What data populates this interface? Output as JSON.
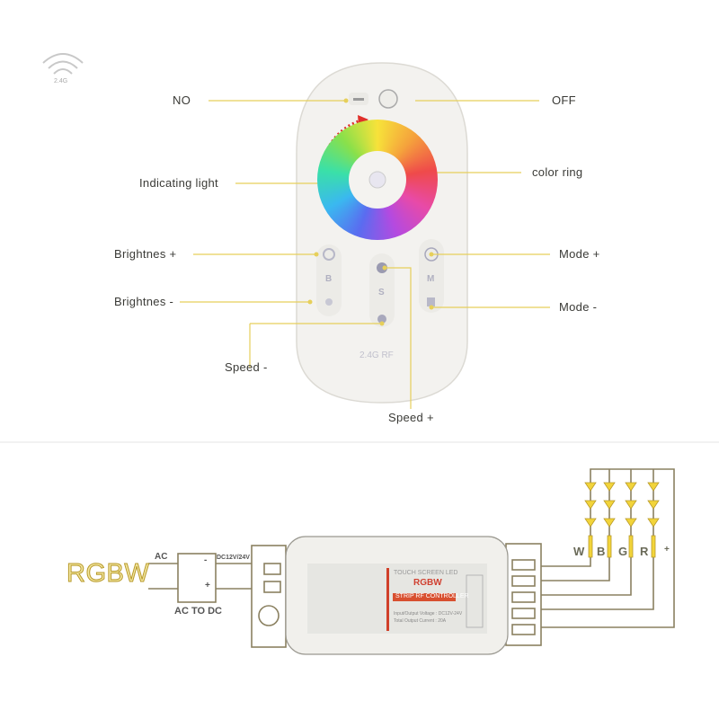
{
  "wifi_badge": "2.4G",
  "remote": {
    "callouts": {
      "on": "NO",
      "off": "OFF",
      "indicating_light": "Indicating light",
      "color_ring": "color ring",
      "brightness_up": "Brightnes +",
      "brightness_down": "Brightnes -",
      "mode_up": "Mode +",
      "mode_down": "Mode -",
      "speed_down": "Speed -",
      "speed_up": "Speed +"
    },
    "keys": {
      "b": "B",
      "s": "S",
      "m": "M"
    },
    "rf_text": "2.4G RF"
  },
  "wiring": {
    "title": "RGBW",
    "ac": "AC",
    "dc": "DC12V/24V",
    "converter": "AC TO DC",
    "minus": "-",
    "plus": "+",
    "controller": {
      "heading": "TOUCH SCREEN LED",
      "model": "RGBW",
      "strip": "STRIP RF CONTROLLER",
      "spec1": "Input/Output Voltage : DC12V-24V",
      "spec2": "Total Output Current : 20A"
    },
    "channels": [
      "W",
      "B",
      "G",
      "R",
      "+"
    ],
    "colors": {
      "line": "#8a8060",
      "led": "#f2d43a",
      "callout": "#e6cf5a"
    }
  }
}
